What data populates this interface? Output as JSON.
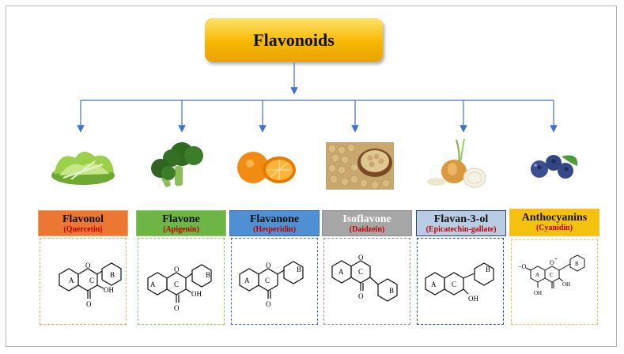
{
  "title": "Flavonoids",
  "classes": [
    {
      "name": "Flavonol",
      "example": "(Quercetin)",
      "color": "#ec7732",
      "text": "#111111",
      "sub": "#c00000",
      "border": "#f0a25e",
      "food": "lettuce-icon"
    },
    {
      "name": "Flavone",
      "example": "(Apigenin)",
      "color": "#6db544",
      "text": "#111111",
      "sub": "#c00000",
      "border": "#8ec46a",
      "food": "broccoli-icon"
    },
    {
      "name": "Flavanone",
      "example": "(Hesperidin)",
      "color": "#4f90d4",
      "text": "#111111",
      "sub": "#c00000",
      "border": "#4a6fa8",
      "food": "orange-icon"
    },
    {
      "name": "Isoflavone",
      "example": "(Daidzein)",
      "color": "#a6a6a6",
      "text": "#ffffff",
      "sub": "#c00000",
      "border": "#8f8f8f",
      "food": "soybean-icon"
    },
    {
      "name": "Flavan-3-ol",
      "example": "(Epicatechin-gallate)",
      "color": "#b8cce4",
      "text": "#111111",
      "sub": "#c00000",
      "border": "#2f4a7a",
      "food": "onion-icon"
    },
    {
      "name": "Anthocyanins",
      "example": "(Cyanidin)",
      "color": "#f4c20d",
      "text": "#111111",
      "sub": "#c00000",
      "border": "#f2c14e",
      "food": "blueberry-icon"
    }
  ],
  "ring_labels": {
    "A": "A",
    "B": "B",
    "C": "C"
  },
  "groups": {
    "oh": "OH",
    "o": "O",
    "minus": "−O",
    "plus": "+"
  }
}
